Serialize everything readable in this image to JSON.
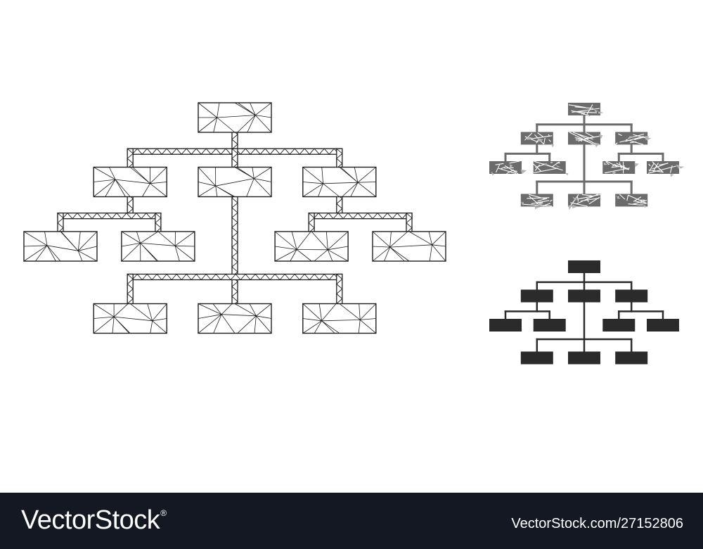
{
  "footer": {
    "brand": "VectorStock",
    "trademark": "®",
    "image_id": "VectorStock.com/27152806"
  },
  "colors": {
    "mesh_stroke": "#1e1e1e",
    "mosaic_fill": "#6b6b6b",
    "solid_fill": "#2b2b2b",
    "footer_background": "#141822"
  },
  "illustration": {
    "icon": "hierarchy-tree-icon",
    "variants": [
      "triangle-mesh",
      "mosaic",
      "solid"
    ]
  }
}
